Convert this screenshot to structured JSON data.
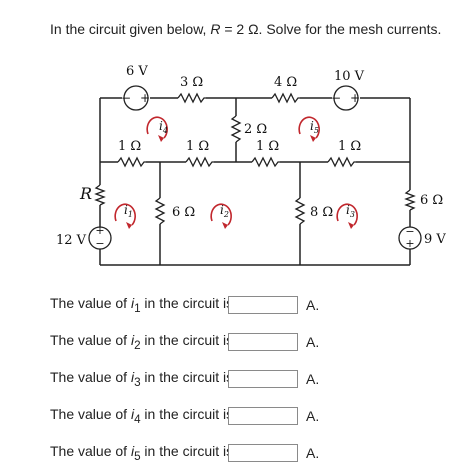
{
  "question": {
    "prefix": "In the circuit given below, ",
    "var": "R",
    "suffix": " = 2 Ω. Solve for the mesh currents."
  },
  "circuit": {
    "sources": [
      {
        "id": "v6",
        "label": "6 V"
      },
      {
        "id": "v12",
        "label": "12 V"
      },
      {
        "id": "v9",
        "label": "9 V"
      },
      {
        "id": "v10",
        "label": "10 V"
      }
    ],
    "resistors": [
      {
        "id": "r_top_left",
        "label": "3 Ω"
      },
      {
        "id": "r_top_right",
        "label": "4 Ω"
      },
      {
        "id": "r_mid_1",
        "label": "1 Ω"
      },
      {
        "id": "r_mid_2",
        "label": "1 Ω"
      },
      {
        "id": "r_mid_3",
        "label": "1 Ω"
      },
      {
        "id": "r_mid_4",
        "label": "1 Ω"
      },
      {
        "id": "r_vert_2",
        "label": "2 Ω"
      },
      {
        "id": "r_R",
        "label": "R"
      },
      {
        "id": "r_6_center",
        "label": "6 Ω"
      },
      {
        "id": "r_8",
        "label": "8 Ω"
      },
      {
        "id": "r_6_right",
        "label": "6 Ω"
      }
    ],
    "currents": [
      "i1",
      "i2",
      "i3",
      "i4",
      "i5"
    ]
  },
  "answers": [
    {
      "label_pre": "The value of ",
      "var": "i",
      "sub": "1",
      "label_post": " in the circuit is",
      "value": "",
      "unit": "A."
    },
    {
      "label_pre": "The value of ",
      "var": "i",
      "sub": "2",
      "label_post": " in the circuit is",
      "value": "",
      "unit": "A."
    },
    {
      "label_pre": "The value of ",
      "var": "i",
      "sub": "3",
      "label_post": " in the circuit is",
      "value": "",
      "unit": "A."
    },
    {
      "label_pre": "The value of ",
      "var": "i",
      "sub": "4",
      "label_post": " in the circuit is",
      "value": "",
      "unit": "A."
    },
    {
      "label_pre": "The value of ",
      "var": "i",
      "sub": "5",
      "label_post": " in the circuit is",
      "value": "",
      "unit": "A."
    }
  ]
}
